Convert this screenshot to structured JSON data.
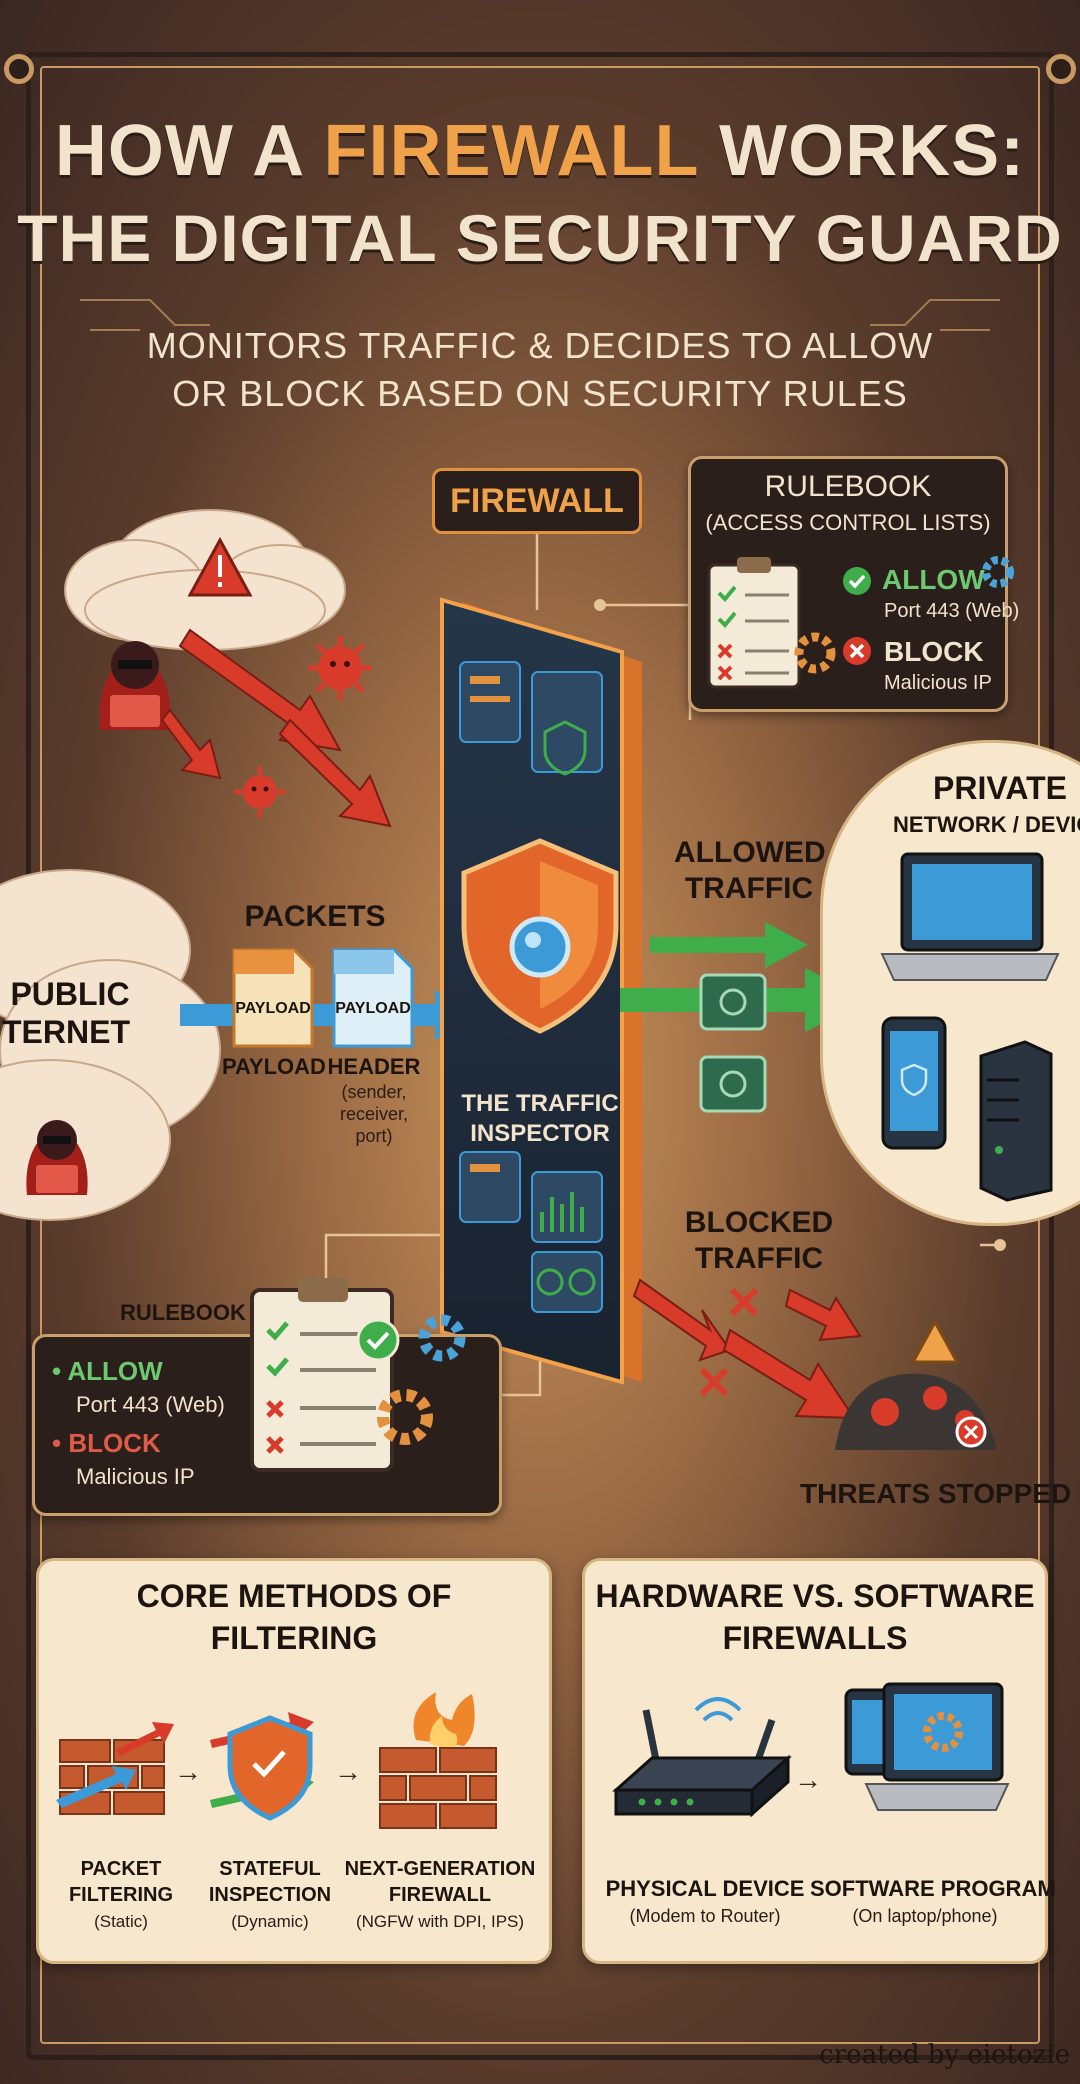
{
  "title": {
    "line1_pre": "HOW A ",
    "line1_accent": "FIREWALL",
    "line1_post": " WORKS:",
    "line2": "THE DIGITAL SECURITY GUARD"
  },
  "subtitle": {
    "line1": "MONITORS TRAFFIC & DECIDES TO ALLOW",
    "line2": "OR BLOCK BASED ON SECURITY RULES"
  },
  "firewall_label": "FIREWALL",
  "rulebook_top": {
    "title": "RULEBOOK",
    "subtitle": "(ACCESS CONTROL LISTS)",
    "allow_label": "ALLOW",
    "allow_detail": "Port 443 (Web)",
    "block_label": "BLOCK",
    "block_detail": "Malicious IP"
  },
  "public_internet": {
    "line1": "PUBLIC",
    "line2": "INTERNET"
  },
  "packets": {
    "title": "PACKETS",
    "packet1_tag": "PAYLOAD",
    "packet2_tag": "PAYLOAD",
    "payload_label": "PAYLOAD",
    "header_label": "HEADER",
    "header_detail1": "(sender,",
    "header_detail2": "receiver,",
    "header_detail3": "port)"
  },
  "inspector": {
    "line1": "THE TRAFFIC",
    "line2": "INSPECTOR"
  },
  "allowed": {
    "line1": "ALLOWED",
    "line2": "TRAFFIC"
  },
  "private_network": {
    "line1": "PRIVATE",
    "line2": "NETWORK / DEVICE"
  },
  "blocked": {
    "line1": "BLOCKED",
    "line2": "TRAFFIC"
  },
  "threats_stopped": "THREATS STOPPED",
  "rulebook_bottom": {
    "title": "RULEBOOK",
    "allow_label": "ALLOW",
    "allow_detail": "Port 443 (Web)",
    "block_label": "BLOCK",
    "block_detail": "Malicious IP"
  },
  "core_methods": {
    "title_line1": "CORE METHODS OF",
    "title_line2": "FILTERING",
    "methods": [
      {
        "name_line1": "PACKET",
        "name_line2": "FILTERING",
        "detail": "(Static)"
      },
      {
        "name_line1": "STATEFUL",
        "name_line2": "INSPECTION",
        "detail": "(Dynamic)"
      },
      {
        "name_line1": "NEXT-GENERATION",
        "name_line2": "FIREWALL",
        "detail": "(NGFW with DPI, IPS)"
      }
    ]
  },
  "hw_sw": {
    "title_line1": "HARDWARE VS. SOFTWARE",
    "title_line2": "FIREWALLS",
    "items": [
      {
        "name": "PHYSICAL DEVICE",
        "detail": "(Modem to Router)"
      },
      {
        "name": "SOFTWARE PROGRAM",
        "detail": "(On laptop/phone)"
      }
    ]
  },
  "credit": "created by eietozie",
  "colors": {
    "accent": "#f0a24a",
    "allow": "#3fae4a",
    "block": "#d93b2b",
    "panel_dark": "#2b1f1c",
    "panel_light": "#f6e7cd",
    "frame": "#2d1f1a"
  }
}
